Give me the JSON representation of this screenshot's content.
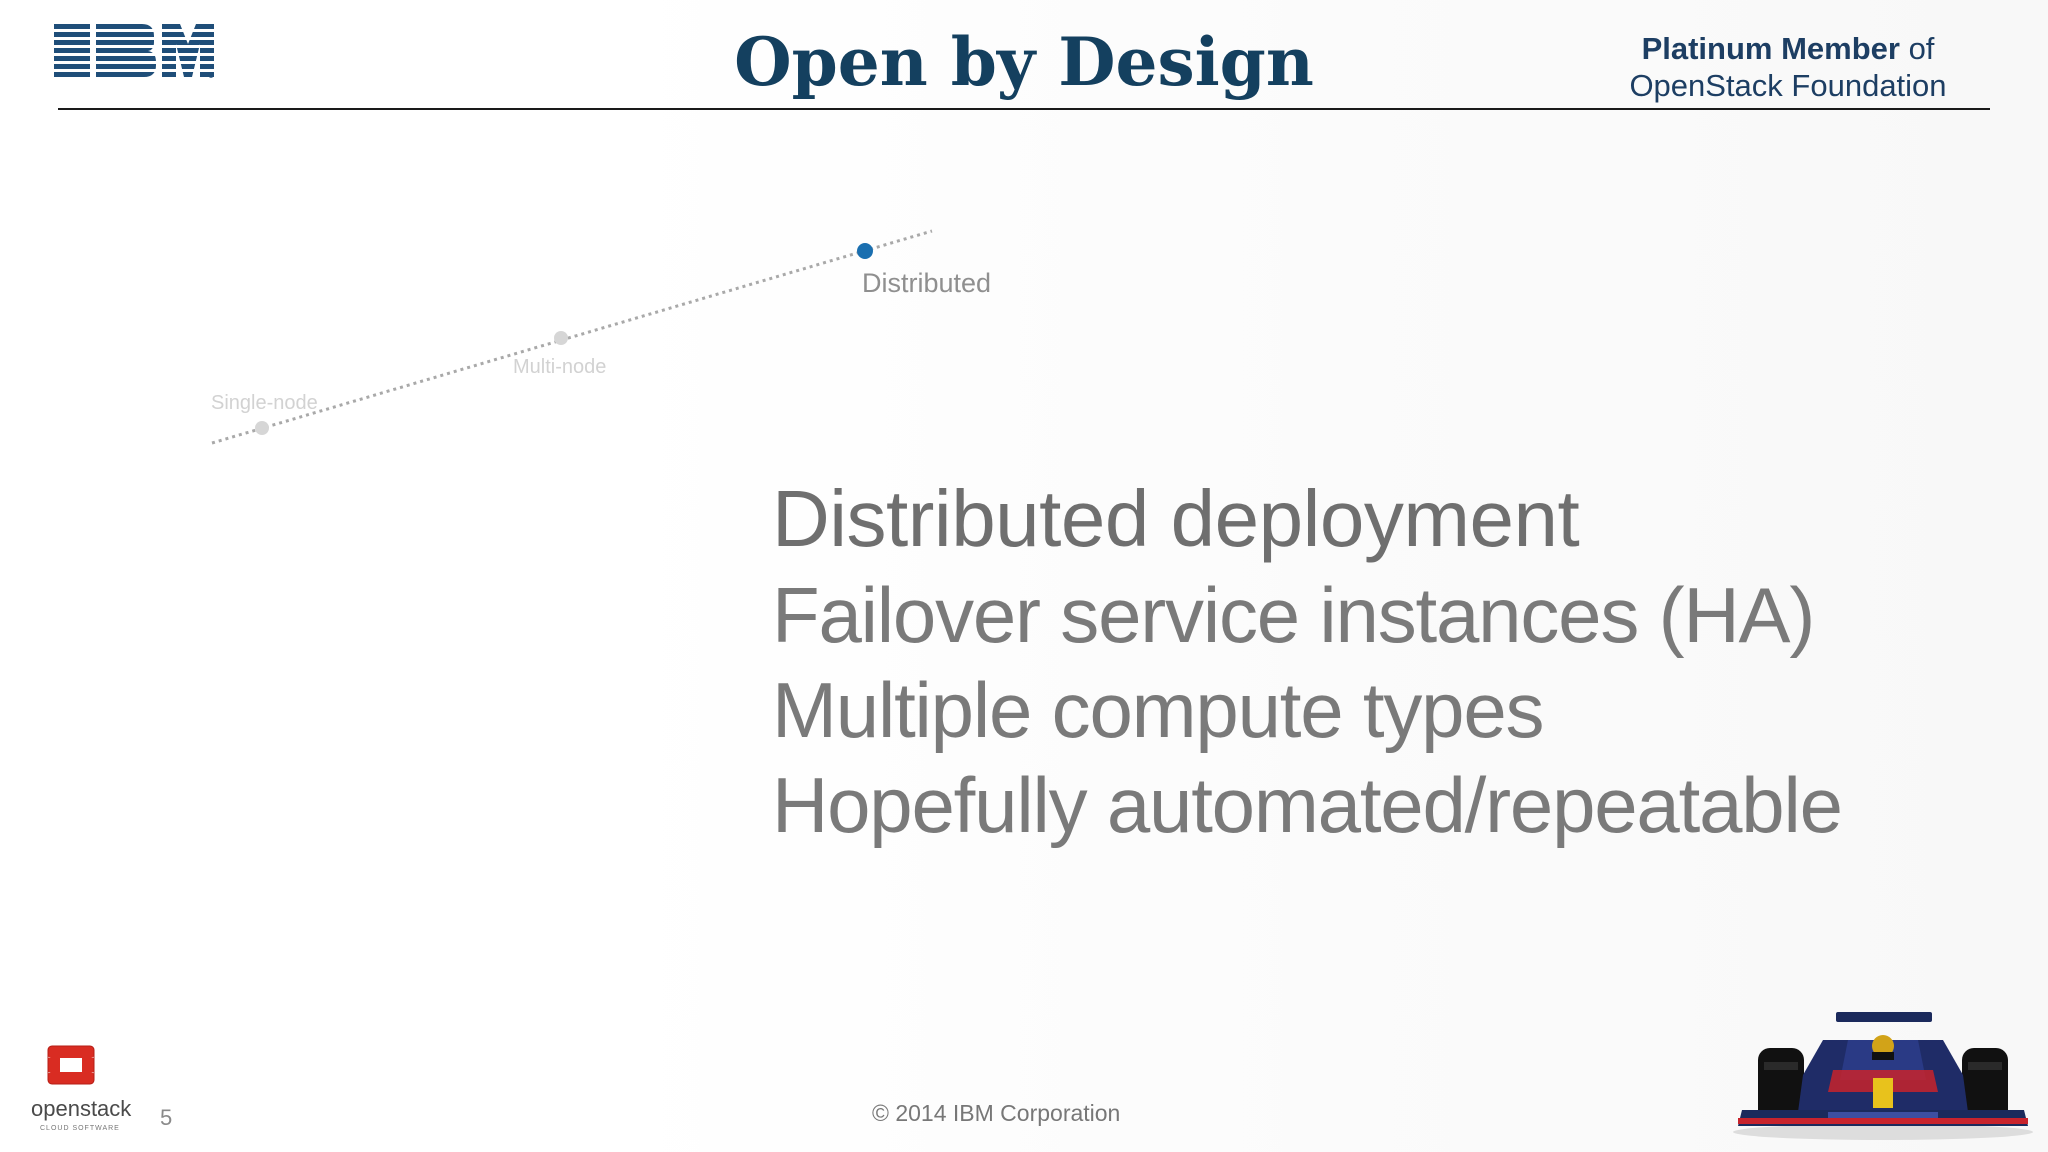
{
  "header": {
    "logo_text": "IBM",
    "title": "Open by Design",
    "member_line1_bold": "Platinum Member",
    "member_line1_rest": " of",
    "member_line2": "OpenStack Foundation"
  },
  "timeline": {
    "stages": [
      {
        "label": "Single-node",
        "active": false
      },
      {
        "label": "Multi-node",
        "active": false
      },
      {
        "label": "Distributed",
        "active": true
      }
    ],
    "active_color": "#1a6fb0",
    "inactive_color": "#d0d0d0"
  },
  "content": {
    "heading": "Distributed deployment",
    "items": [
      "Failover service instances (HA)",
      "Multiple compute types",
      "Hopefully automated/repeatable"
    ]
  },
  "footer": {
    "openstack_logo_text": "openstack",
    "openstack_logo_subtext": "CLOUD SOFTWARE",
    "page_number": "5",
    "copyright": "© 2014 IBM Corporation",
    "car_icon": "race-car-image"
  },
  "colors": {
    "title": "#14405f",
    "ibm_blue": "#1f4e79",
    "openstack_red": "#d92c22"
  }
}
